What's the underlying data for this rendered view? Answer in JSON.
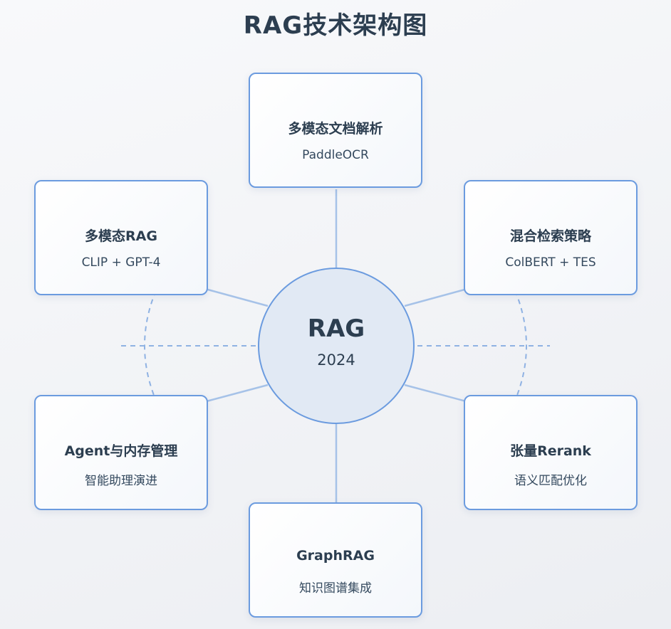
{
  "title": "RAG技术架构图",
  "center": {
    "title": "RAG",
    "year": "2024"
  },
  "nodes": [
    {
      "title": "多模态文档解析",
      "subtitle": "PaddleOCR"
    },
    {
      "title": "多模态RAG",
      "subtitle": "CLIP + GPT-4"
    },
    {
      "title": "混合检索策略",
      "subtitle": "ColBERT + TES"
    },
    {
      "title": "Agent与内存管理",
      "subtitle": "智能助理演进"
    },
    {
      "title": "张量Rerank",
      "subtitle": "语义匹配优化"
    },
    {
      "title": "GraphRAG",
      "subtitle": "知识图谱集成"
    }
  ],
  "colors": {
    "border": "#6b9bdf",
    "connector": "#a6c2e8",
    "text": "#2c3e50",
    "center_fill": "#e1e9f4"
  }
}
